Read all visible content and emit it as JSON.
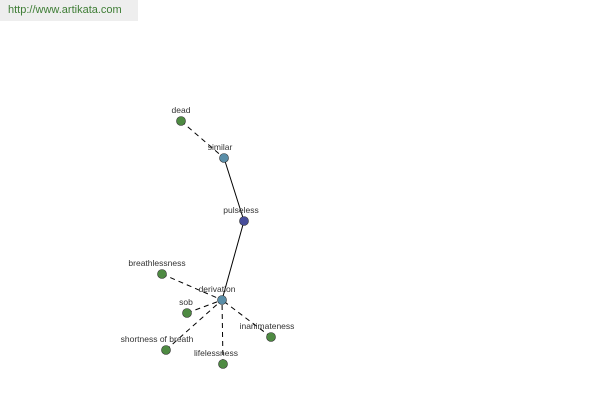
{
  "source_url": "http://www.artikata.com",
  "colors": {
    "leaf": "#4e8a42",
    "relation": "#5a8ea8",
    "root": "#474d9a",
    "edge": "#000000"
  },
  "graph": {
    "nodes": [
      {
        "id": "dead",
        "label": "dead",
        "kind": "leaf"
      },
      {
        "id": "similar",
        "label": "similar",
        "kind": "relation"
      },
      {
        "id": "pulseless",
        "label": "pulseless",
        "kind": "root"
      },
      {
        "id": "breathlessness",
        "label": "breathlessness",
        "kind": "leaf"
      },
      {
        "id": "derivation",
        "label": "derivation",
        "kind": "relation"
      },
      {
        "id": "sob",
        "label": "sob",
        "kind": "leaf"
      },
      {
        "id": "inanimateness",
        "label": "inanimateness",
        "kind": "leaf"
      },
      {
        "id": "shortness_of_breath",
        "label": "shortness of breath",
        "kind": "leaf"
      },
      {
        "id": "lifelessness",
        "label": "lifelessness",
        "kind": "leaf"
      }
    ],
    "edges": [
      {
        "from": "dead",
        "to": "similar",
        "style": "dashed"
      },
      {
        "from": "similar",
        "to": "pulseless",
        "style": "solid"
      },
      {
        "from": "pulseless",
        "to": "derivation",
        "style": "solid"
      },
      {
        "from": "breathlessness",
        "to": "derivation",
        "style": "dashed"
      },
      {
        "from": "sob",
        "to": "derivation",
        "style": "dashed"
      },
      {
        "from": "inanimateness",
        "to": "derivation",
        "style": "dashed"
      },
      {
        "from": "shortness_of_breath",
        "to": "derivation",
        "style": "dashed"
      },
      {
        "from": "lifelessness",
        "to": "derivation",
        "style": "dashed"
      }
    ]
  }
}
